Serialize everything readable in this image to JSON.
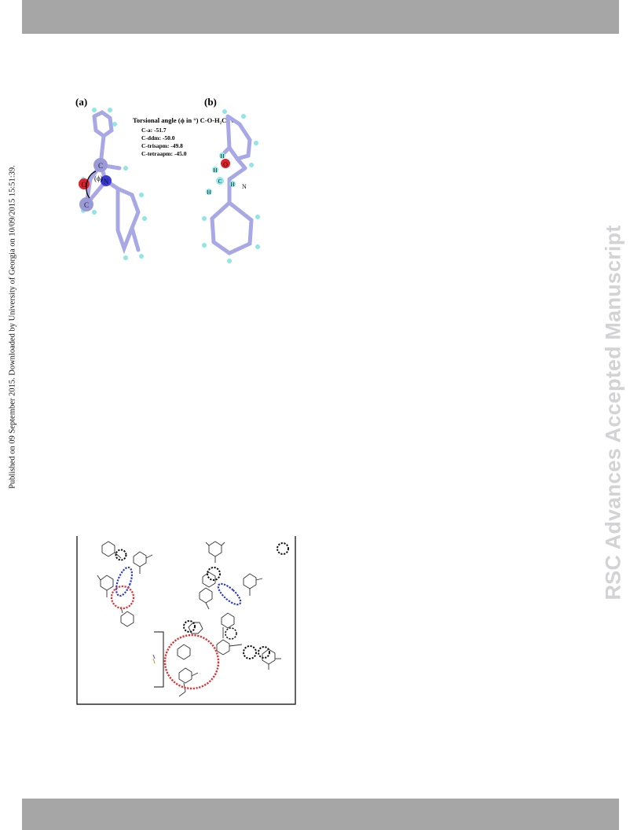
{
  "side_text": "Published on 09 September 2015. Downloaded by University of Georgia on 10/09/2015 15:51:39.",
  "watermark": "RSC Advances Accepted Manuscript",
  "figure1": {
    "panel_a": "(a)",
    "panel_b": "(b)",
    "angle_title": "Torsional angle (ϕ in °) C-O-H₂C-N",
    "angles": [
      "C-a: -51.7",
      "C-ddm: -50.0",
      "C-trisapm: -49.8",
      "C-tetraapm: -45.0"
    ],
    "phi_label": "(ϕ)",
    "atom_C": "C",
    "atom_O": "O",
    "atom_N": "N",
    "atom_H": "H"
  },
  "figure2": {},
  "colors": {
    "bar": "#a6a6a6",
    "bond": "#a8a8e6",
    "hydrogen": "#8ee6e6",
    "oxygen": "#e0202a",
    "nitrogen": "#3a3ad8",
    "carbon_atom": "#9a9ad8",
    "circle_red": "#e03030",
    "circle_blue": "#2a3ad0",
    "circle_black": "#111111"
  }
}
